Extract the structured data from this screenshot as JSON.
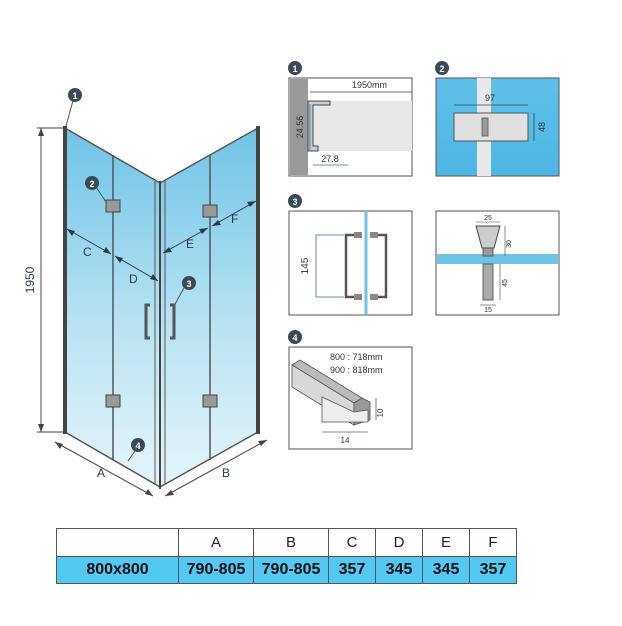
{
  "main": {
    "callouts": [
      "1",
      "2",
      "3",
      "4"
    ],
    "height_label": "1950",
    "labels": {
      "a": "A",
      "b": "B",
      "c": "C",
      "d": "D",
      "e": "E",
      "f": "F"
    }
  },
  "details": {
    "d1": {
      "num": "1",
      "height": "1950mm",
      "v": "24.56",
      "h": "27.8"
    },
    "d2": {
      "num": "2",
      "w": "97",
      "h": "48"
    },
    "d3": {
      "num": "3",
      "h": "145"
    },
    "d3b": {
      "top": "25",
      "side": "30",
      "mid": "45",
      "bottom": "15"
    },
    "d4": {
      "num": "4",
      "line1": "800 : 718mm",
      "line2": "900 : 818mm",
      "w": "14",
      "h": "10"
    }
  },
  "table": {
    "headers": [
      "",
      "A",
      "B",
      "C",
      "D",
      "E",
      "F"
    ],
    "row": [
      "800x800",
      "790-805",
      "790-805",
      "357",
      "345",
      "345",
      "357"
    ]
  },
  "colors": {
    "glass": "#8fd3ec",
    "table_row": "#52c8f2",
    "frame": "#555555",
    "badge": "#3c4a58"
  }
}
